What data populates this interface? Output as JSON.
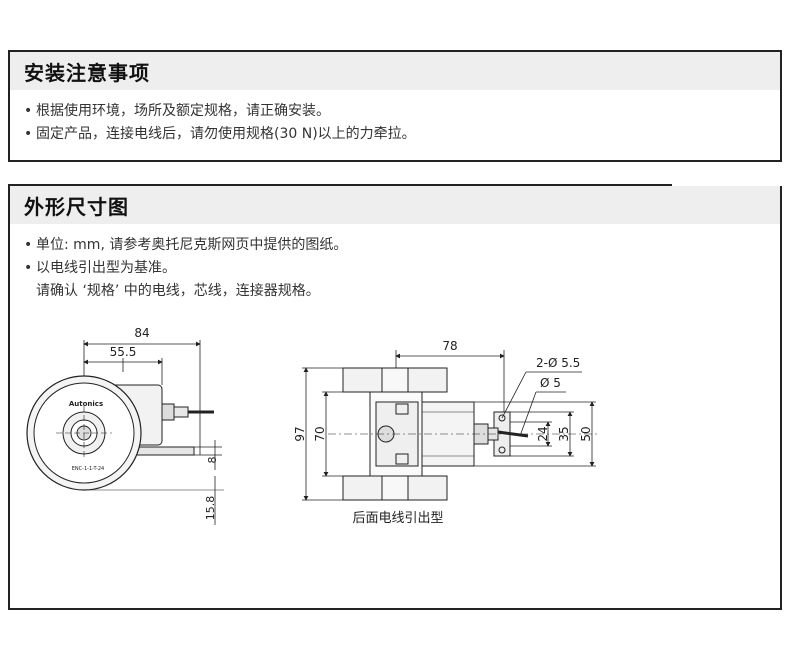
{
  "install": {
    "title": "安装注意事项",
    "bullets": [
      "根据使用环境，场所及额定规格，请正确安装。",
      "固定产品，连接电线后，请勿使用规格(30 N)以上的力牵拉。"
    ]
  },
  "dimensions": {
    "title": "外形尺寸图",
    "bullets": [
      "单位: mm, 请参考奥托尼克斯网页中提供的图纸。",
      "以电线引出型为基准。"
    ],
    "bullet_continuation": "请确认 ‘规格’ 中的电线，芯线，连接器规格。",
    "front": {
      "dim_84": "84",
      "dim_55_5": "55.5",
      "dim_8": "8",
      "dim_15_8": "15.8",
      "brand_text": "Autonics",
      "model_text": "ENC-1-1-T-24"
    },
    "side": {
      "dim_78": "78",
      "dim_97": "97",
      "dim_70": "70",
      "dim_2_phi_5_5": "2-Ø 5.5",
      "dim_phi_5": "Ø 5",
      "dim_24": "24",
      "dim_35": "35",
      "dim_50": "50",
      "caption": "后面电线引出型"
    }
  }
}
